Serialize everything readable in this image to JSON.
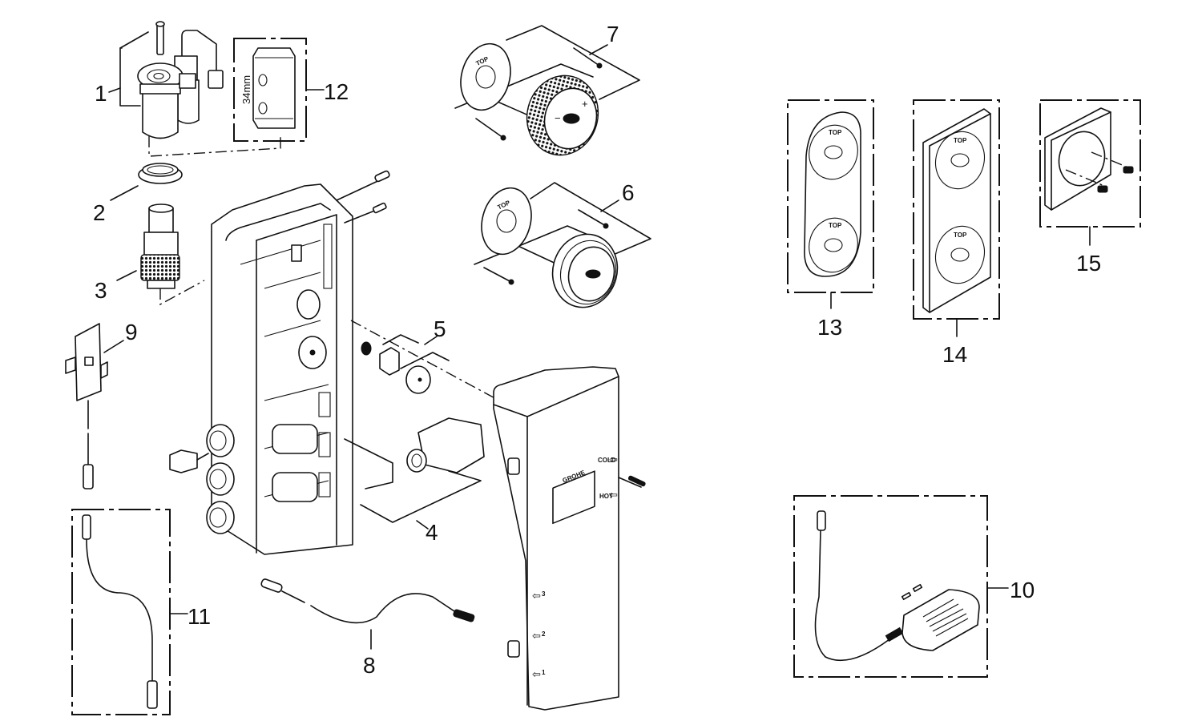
{
  "diagram": {
    "title": "Exploded parts diagram - electronic shower thermostat module",
    "callouts": [
      {
        "id": "1",
        "label": "1",
        "part": "actuator motor unit with screw and cable"
      },
      {
        "id": "2",
        "label": "2",
        "part": "retaining ring"
      },
      {
        "id": "3",
        "label": "3",
        "part": "thermostatic cartridge"
      },
      {
        "id": "4",
        "label": "4",
        "part": "valve cartridge with U-clip"
      },
      {
        "id": "5",
        "label": "5",
        "part": "seal, check valve and cap"
      },
      {
        "id": "6",
        "label": "6",
        "part": "round control knob (mode) with mounting plate and screws"
      },
      {
        "id": "7",
        "label": "7",
        "part": "round control knob (+/-) with mounting plate and screws"
      },
      {
        "id": "8",
        "label": "8",
        "part": "connection cable"
      },
      {
        "id": "9",
        "label": "9",
        "part": "sensor module with cable"
      },
      {
        "id": "10",
        "label": "10",
        "part": "power supply adapter"
      },
      {
        "id": "11",
        "label": "11",
        "part": "extension cable"
      },
      {
        "id": "12",
        "label": "12",
        "part": "assembly key"
      },
      {
        "id": "13",
        "label": "13",
        "part": "oval double escutcheon plate"
      },
      {
        "id": "14",
        "label": "14",
        "part": "rectangular double escutcheon plate"
      },
      {
        "id": "15",
        "label": "15",
        "part": "square escutcheon plate with screws"
      }
    ],
    "annotations": {
      "key_size": "34mm",
      "plate_marking": "TOP",
      "cover_brand": "GROHE",
      "cold_label": "COLD",
      "hot_label": "HOT",
      "outlet_1": "1",
      "outlet_2": "2",
      "outlet_3": "3",
      "knob7_plus": "+",
      "knob7_minus": "−"
    }
  }
}
